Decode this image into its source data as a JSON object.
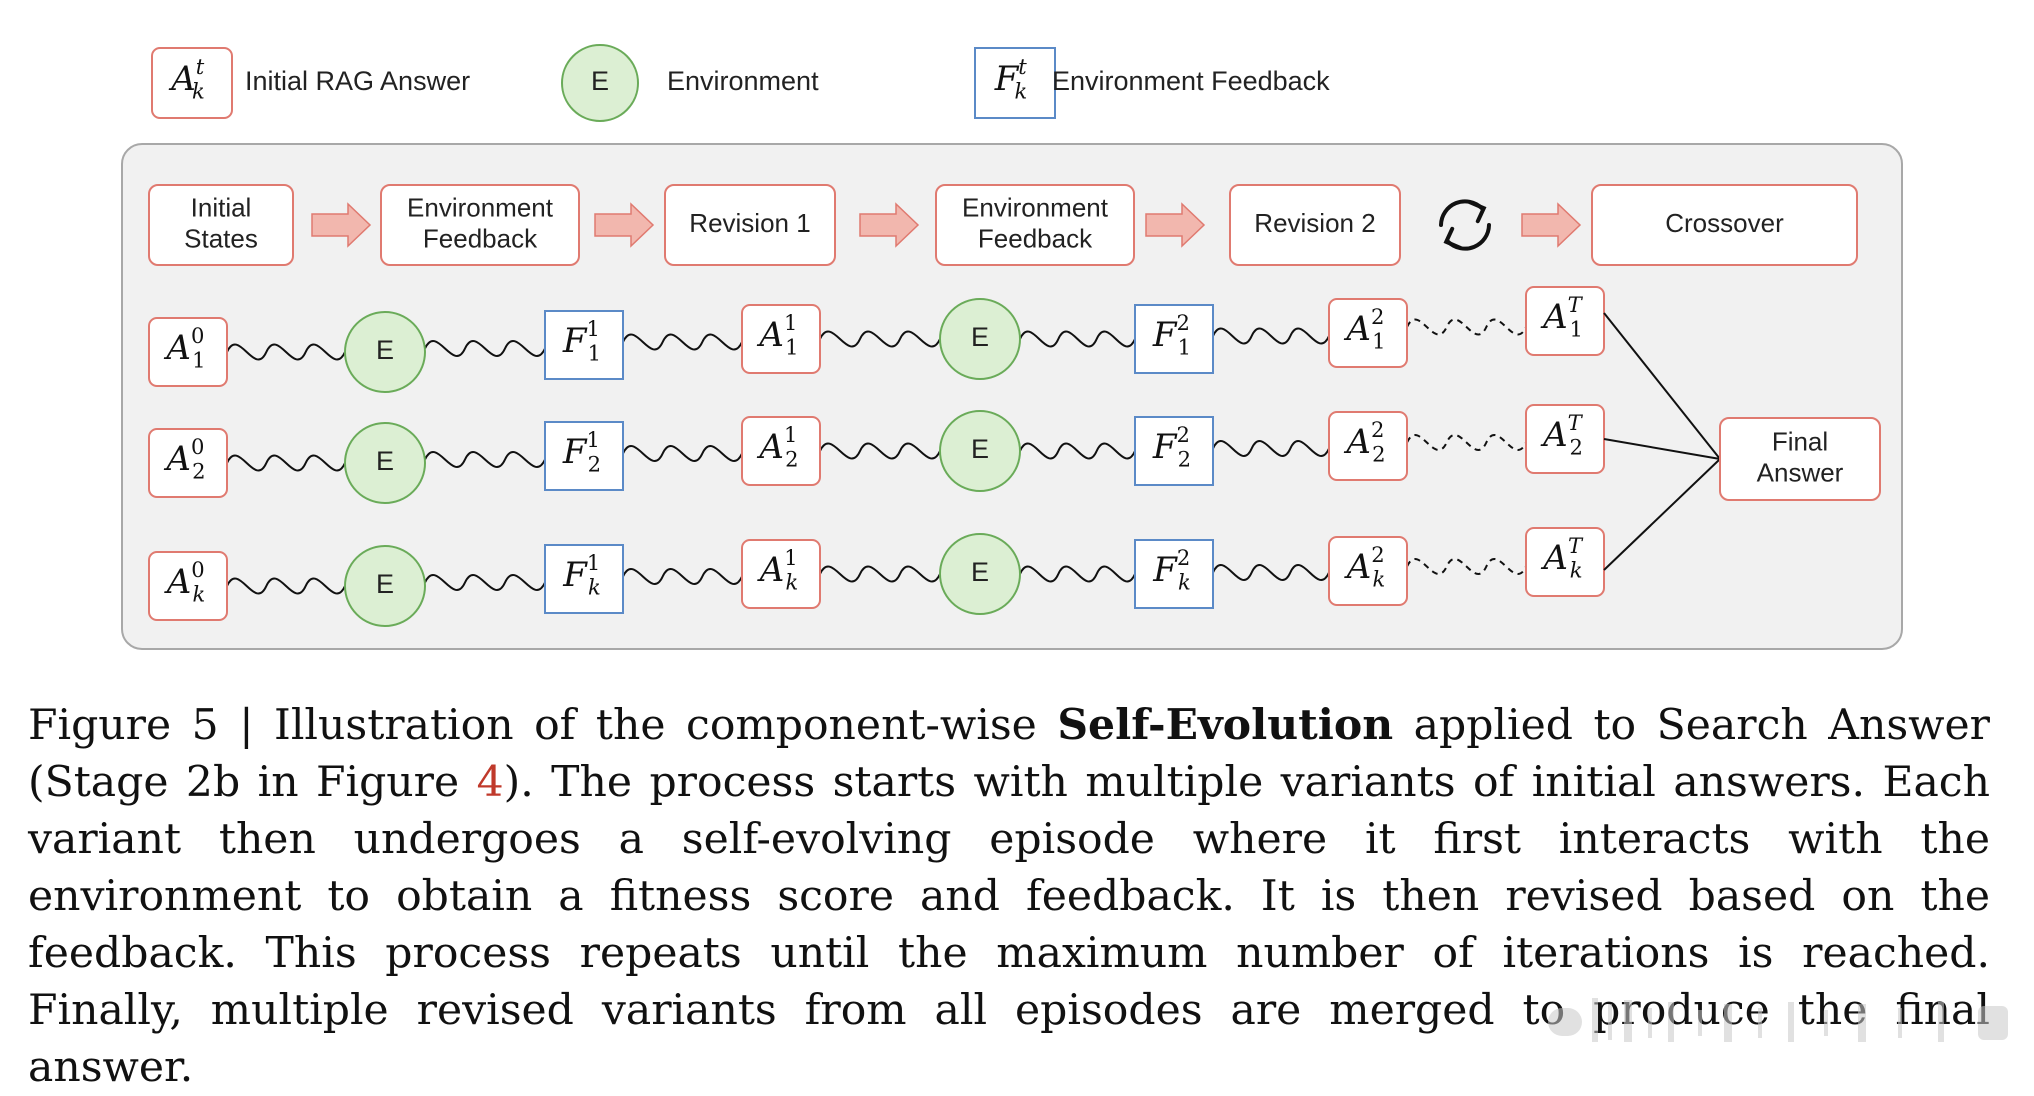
{
  "legend": [
    {
      "id": "answer",
      "symbol": {
        "base": "A",
        "sub": "k",
        "sup": "t"
      },
      "label": "Initial RAG Answer"
    },
    {
      "id": "environment",
      "symbol": {
        "base": "E"
      },
      "label": "Environment"
    },
    {
      "id": "feedback",
      "symbol": {
        "base": "F",
        "sub": "k",
        "sup": "t"
      },
      "label": "Environment Feedback"
    }
  ],
  "stages": [
    {
      "lines": [
        "Initial",
        "States"
      ]
    },
    {
      "lines": [
        "Environment",
        "Feedback"
      ]
    },
    {
      "lines": [
        "Revision 1"
      ]
    },
    {
      "lines": [
        "Environment",
        "Feedback"
      ]
    },
    {
      "lines": [
        "Revision 2"
      ]
    },
    {
      "lines": [
        "Crossover"
      ]
    }
  ],
  "rows": [
    {
      "nodes": [
        {
          "kind": "answer",
          "base": "A",
          "sub": "1",
          "sup": "0"
        },
        {
          "kind": "env",
          "base": "E"
        },
        {
          "kind": "feedback",
          "base": "F",
          "sub": "1",
          "sup": "1"
        },
        {
          "kind": "answer",
          "base": "A",
          "sub": "1",
          "sup": "1"
        },
        {
          "kind": "env",
          "base": "E"
        },
        {
          "kind": "feedback",
          "base": "F",
          "sub": "1",
          "sup": "2"
        },
        {
          "kind": "answer",
          "base": "A",
          "sub": "1",
          "sup": "2"
        },
        {
          "kind": "answer",
          "base": "A",
          "sub": "1",
          "sup": "T"
        }
      ]
    },
    {
      "nodes": [
        {
          "kind": "answer",
          "base": "A",
          "sub": "2",
          "sup": "0"
        },
        {
          "kind": "env",
          "base": "E"
        },
        {
          "kind": "feedback",
          "base": "F",
          "sub": "2",
          "sup": "1"
        },
        {
          "kind": "answer",
          "base": "A",
          "sub": "2",
          "sup": "1"
        },
        {
          "kind": "env",
          "base": "E"
        },
        {
          "kind": "feedback",
          "base": "F",
          "sub": "2",
          "sup": "2"
        },
        {
          "kind": "answer",
          "base": "A",
          "sub": "2",
          "sup": "2"
        },
        {
          "kind": "answer",
          "base": "A",
          "sub": "2",
          "sup": "T"
        }
      ]
    },
    {
      "nodes": [
        {
          "kind": "answer",
          "base": "A",
          "sub": "k",
          "sup": "0"
        },
        {
          "kind": "env",
          "base": "E"
        },
        {
          "kind": "feedback",
          "base": "F",
          "sub": "k",
          "sup": "1"
        },
        {
          "kind": "answer",
          "base": "A",
          "sub": "k",
          "sup": "1"
        },
        {
          "kind": "env",
          "base": "E"
        },
        {
          "kind": "feedback",
          "base": "F",
          "sub": "k",
          "sup": "2"
        },
        {
          "kind": "answer",
          "base": "A",
          "sub": "k",
          "sup": "2"
        },
        {
          "kind": "answer",
          "base": "A",
          "sub": "k",
          "sup": "T"
        }
      ]
    }
  ],
  "final": {
    "lines": [
      "Final",
      "Answer"
    ]
  },
  "colors": {
    "answer_border": "#e07a70",
    "feedback_border": "#5b8ac7",
    "env_fill": "#dcefd3",
    "env_border": "#6aab59",
    "arrow_fill": "#f2b7ae",
    "arrow_stroke": "#e07a70",
    "panel_fill": "#f1f1f1",
    "panel_border": "#a8a8a8",
    "ref_color": "#c0392b"
  },
  "caption": {
    "prefix": "Figure 5 | Illustration of the component-wise ",
    "bold": "Self-Evolution",
    "mid": " applied to Search Answer (Stage 2b in Figure ",
    "ref": "4",
    "suffix": "). The process starts with multiple variants of initial answers. Each variant then undergoes a self-evolving episode where it first interacts with the environment to obtain a fitness score and feedback. It is then revised based on the feedback. This process repeats until the maximum number of iterations is reached. Finally, multiple revised variants from all episodes are merged to produce the final answer."
  }
}
